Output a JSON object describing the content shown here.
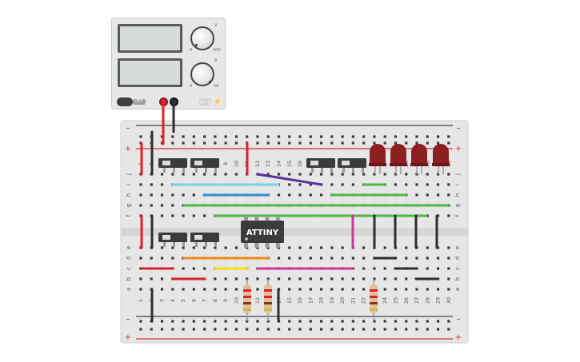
{
  "power_supply": {
    "switch_label": "OFF",
    "brand_label_line1": "POWER",
    "brand_label_line2": "SUPPLY",
    "voltage_knob": {
      "mark": "V",
      "min": "0",
      "max": "30V"
    },
    "current_knob": {
      "mark": "A",
      "min": "0",
      "max": "5A"
    }
  },
  "breadboard": {
    "columns": [
      "1",
      "2",
      "3",
      "4",
      "5",
      "6",
      "7",
      "8",
      "9",
      "10",
      "11",
      "12",
      "13",
      "14",
      "15",
      "16",
      "17",
      "18",
      "19",
      "20",
      "21",
      "22",
      "23",
      "24",
      "25",
      "26",
      "27",
      "28",
      "29",
      "30"
    ],
    "rows_top": [
      "j",
      "i",
      "h",
      "g",
      "f"
    ],
    "rows_bottom": [
      "e",
      "d",
      "c",
      "b",
      "a"
    ],
    "rail_plus": "+",
    "rail_minus": "–"
  },
  "chip": {
    "label": "ATTINY"
  },
  "colors": {
    "red_wire": "#e0202a",
    "black_wire": "#2e2e2e",
    "led": "#8c1f22",
    "rail_red": "#d33131",
    "rail_black": "#444444",
    "cyan_wire": "#7fd1e6",
    "blue_wire": "#2e8fd6",
    "green_wire": "#4db848",
    "purple_wire": "#5a2f9c",
    "orange_wire": "#f08a1c",
    "yellow_wire": "#f4e100",
    "magenta_wire": "#d6339a"
  }
}
